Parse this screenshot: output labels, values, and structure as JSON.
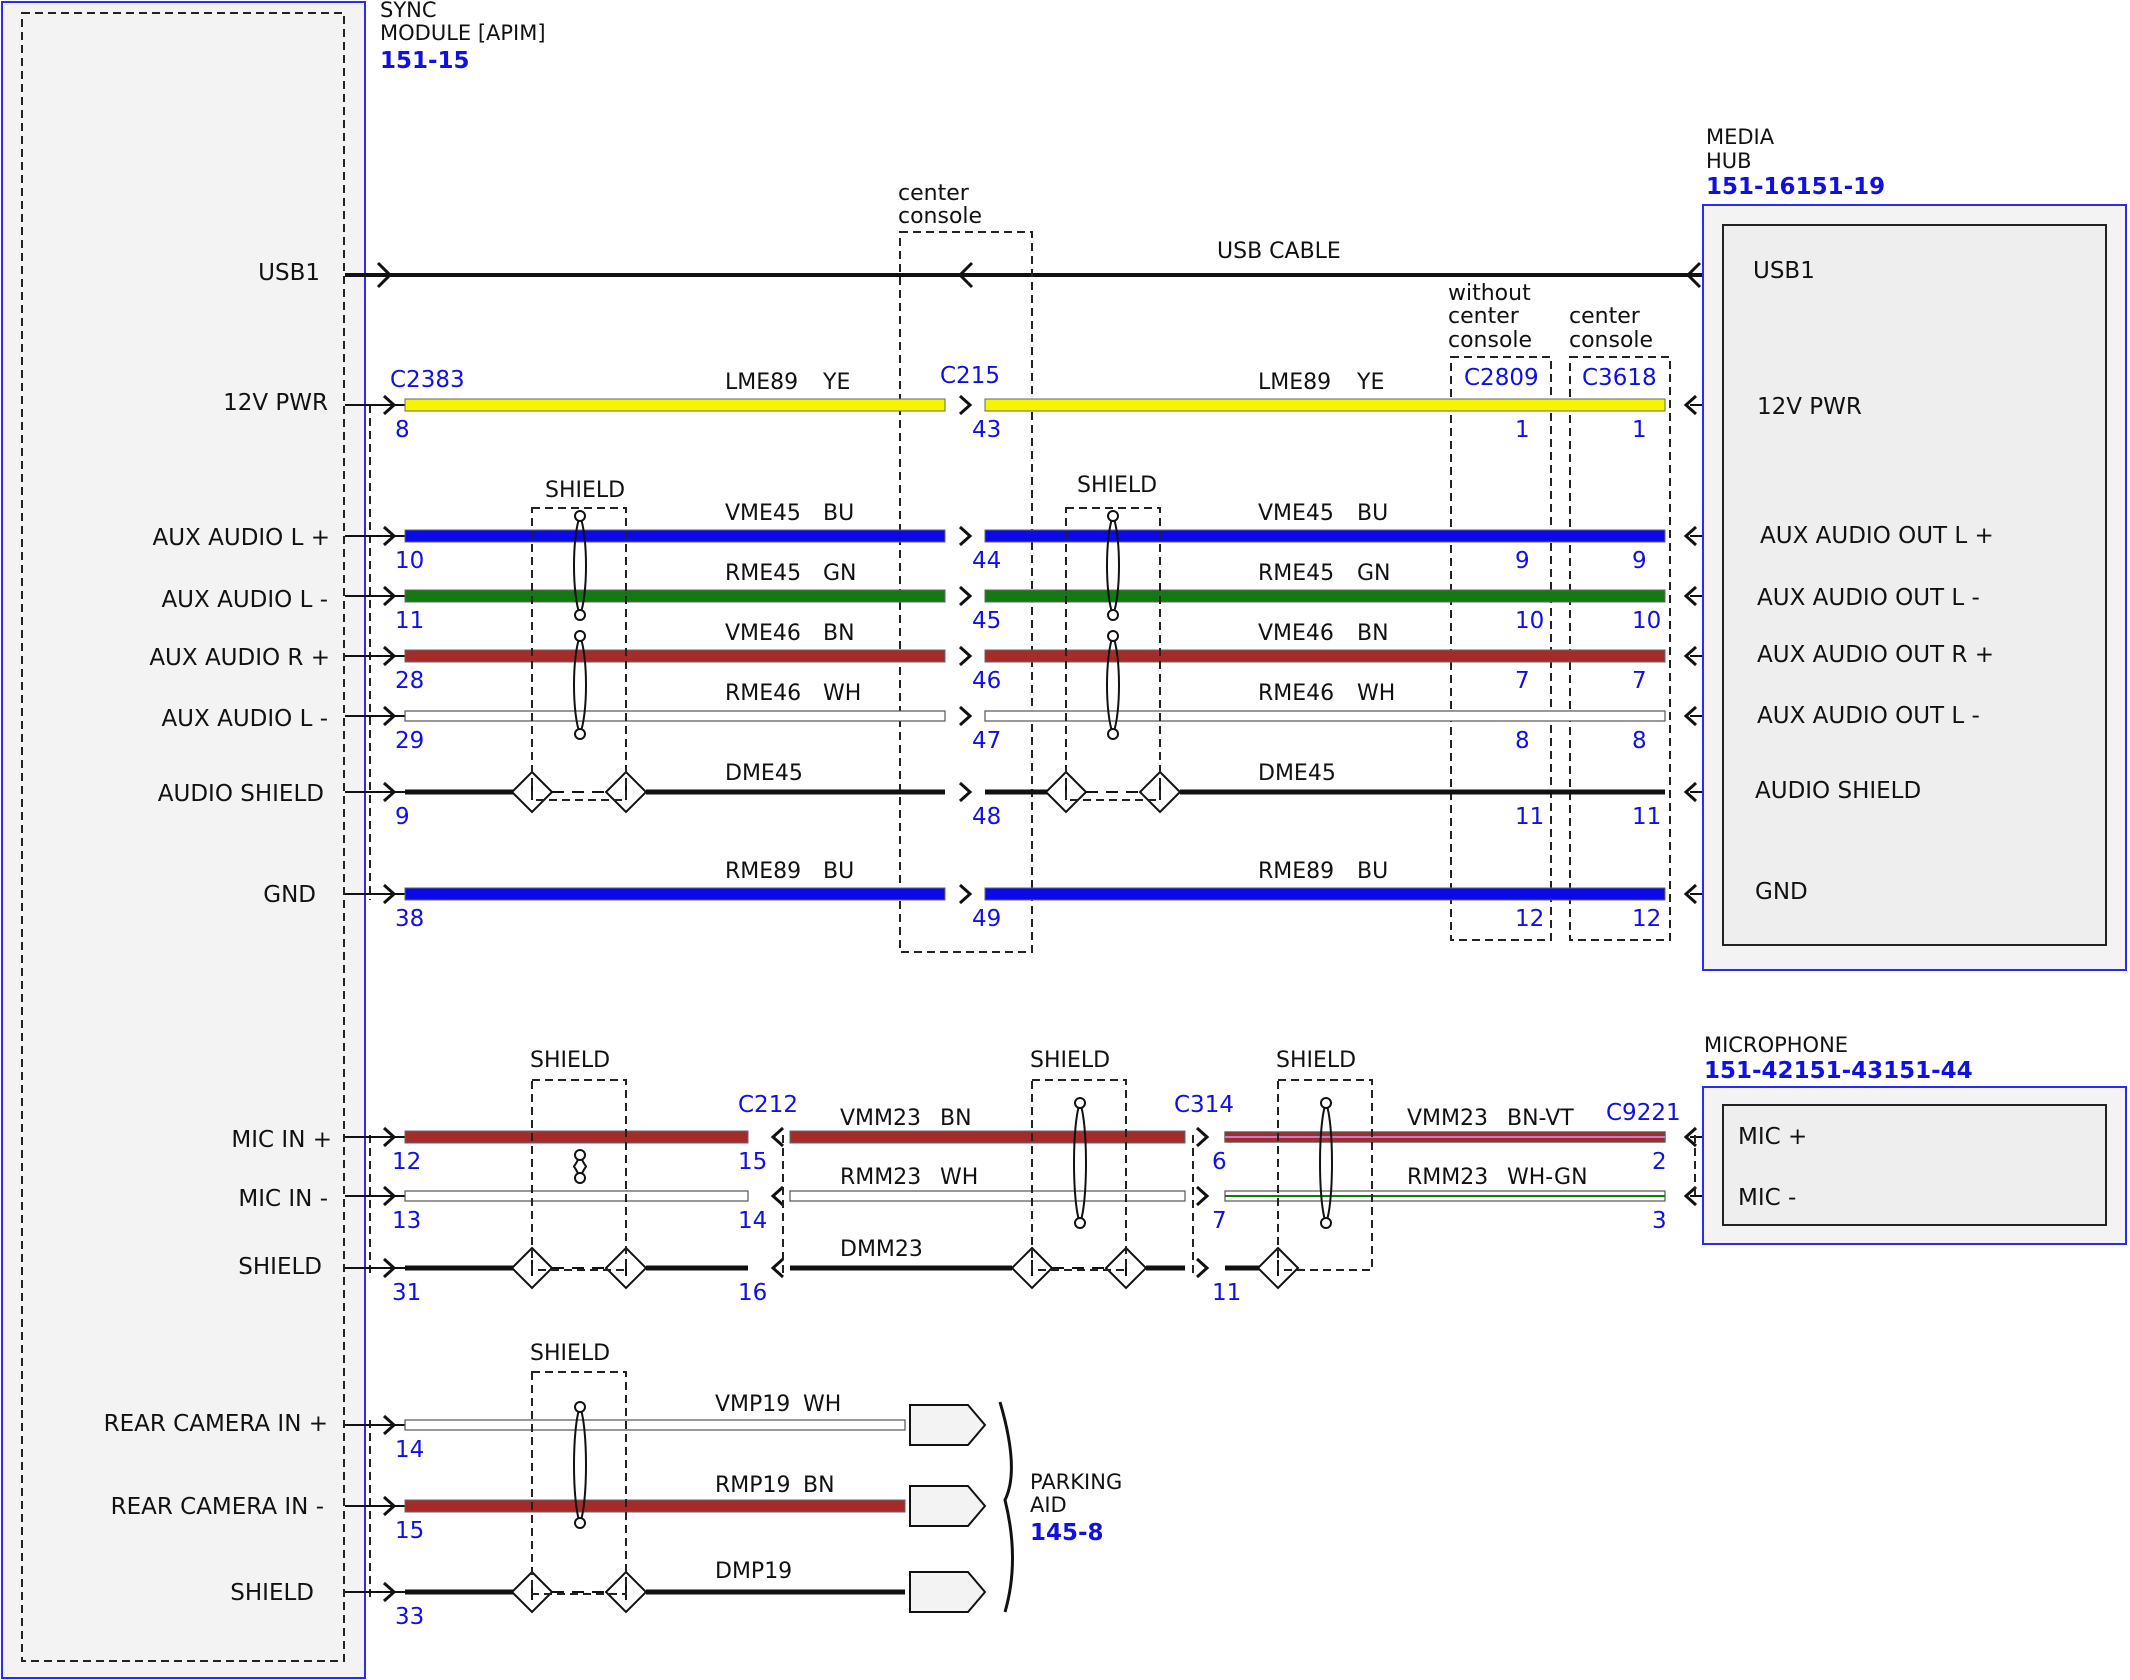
{
  "modules": {
    "sync": {
      "name_line1": "SYNC",
      "name_line2": "MODULE [APIM]",
      "ref": "151-15",
      "pins": [
        "USB1",
        "12V PWR",
        "AUX AUDIO L +",
        "AUX AUDIO L -",
        "AUX AUDIO R +",
        "AUX AUDIO L -",
        "AUDIO SHIELD",
        "GND",
        "MIC IN +",
        "MIC IN -",
        "SHIELD",
        "REAR CAMERA IN +",
        "REAR CAMERA IN -",
        "SHIELD"
      ]
    },
    "media_hub": {
      "name_line1": "MEDIA",
      "name_line2": "HUB",
      "ref": "151-16151-19",
      "pins": [
        "USB1",
        "12V PWR",
        "AUX AUDIO OUT L +",
        "AUX AUDIO OUT L -",
        "AUX AUDIO OUT R +",
        "AUX AUDIO OUT L -",
        "AUDIO SHIELD",
        "GND"
      ]
    },
    "microphone": {
      "name_line1": "MICROPHONE",
      "ref": "151-42151-43151-44",
      "pins": [
        "MIC +",
        "MIC -"
      ]
    },
    "parking_aid": {
      "name_line1": "PARKING",
      "name_line2": "AID",
      "ref": "145-8"
    }
  },
  "usb": {
    "label": "USB CABLE"
  },
  "labels": {
    "shield": "SHIELD",
    "center_console": [
      "center",
      "console"
    ],
    "without_center_console": [
      "without",
      "center",
      "console"
    ]
  },
  "connectors": {
    "c2383": "C2383",
    "c215": "C215",
    "c2809": "C2809",
    "c3618": "C3618",
    "c212": "C212",
    "c314": "C314",
    "c9221": "C9221"
  },
  "colors": {
    "YE": "#f5f500",
    "BU": "#0a0ae6",
    "GN": "#117a11",
    "BN": "#a52a2a",
    "WH": "#ffffff",
    "BLACK": "#111111",
    "BN-VT": "#a04060",
    "WH-GN": "#e8f5e8"
  },
  "top_circuits": [
    {
      "segments": [
        {
          "label": "LME89",
          "color": "YE",
          "pins": [
            "8",
            "43"
          ]
        },
        {
          "label": "LME89",
          "color": "YE",
          "pins": [
            "1",
            "1"
          ]
        }
      ]
    },
    {
      "segments": [
        {
          "label": "VME45",
          "color": "BU",
          "pins": [
            "10",
            "44"
          ]
        },
        {
          "label": "VME45",
          "color": "BU",
          "pins": [
            "9",
            "9"
          ]
        }
      ]
    },
    {
      "segments": [
        {
          "label": "RME45",
          "color": "GN",
          "pins": [
            "11",
            "45"
          ]
        },
        {
          "label": "RME45",
          "color": "GN",
          "pins": [
            "10",
            "10"
          ]
        }
      ]
    },
    {
      "segments": [
        {
          "label": "VME46",
          "color": "BN",
          "pins": [
            "28",
            "46"
          ]
        },
        {
          "label": "VME46",
          "color": "BN",
          "pins": [
            "7",
            "7"
          ]
        }
      ]
    },
    {
      "segments": [
        {
          "label": "RME46",
          "color": "WH",
          "pins": [
            "29",
            "47"
          ]
        },
        {
          "label": "RME46",
          "color": "WH",
          "pins": [
            "8",
            "8"
          ]
        }
      ]
    },
    {
      "segments": [
        {
          "label": "DME45",
          "color": "",
          "pins": [
            "9",
            "48"
          ]
        },
        {
          "label": "DME45",
          "color": "",
          "pins": [
            "11",
            "11"
          ]
        }
      ]
    },
    {
      "segments": [
        {
          "label": "RME89",
          "color": "BU",
          "pins": [
            "38",
            "49"
          ]
        },
        {
          "label": "RME89",
          "color": "BU",
          "pins": [
            "12",
            "12"
          ]
        }
      ]
    }
  ],
  "mic_circuits": [
    {
      "segments": [
        {
          "label": "",
          "color": "BN",
          "pins": [
            "12",
            "15"
          ]
        },
        {
          "label": "VMM23",
          "color": "BN",
          "pins": [
            "6"
          ]
        },
        {
          "label": "VMM23",
          "color": "BN-VT",
          "pins": [
            "2"
          ]
        }
      ]
    },
    {
      "segments": [
        {
          "label": "",
          "color": "WH",
          "pins": [
            "13",
            "14"
          ]
        },
        {
          "label": "RMM23",
          "color": "WH",
          "pins": [
            "7"
          ]
        },
        {
          "label": "RMM23",
          "color": "WH-GN",
          "pins": [
            "3"
          ]
        }
      ]
    },
    {
      "segments": [
        {
          "label": "",
          "color": "",
          "pins": [
            "31",
            "16"
          ]
        },
        {
          "label": "DMM23",
          "color": "",
          "pins": [
            "11"
          ]
        },
        {
          "label": "",
          "color": "",
          "pins": []
        }
      ]
    }
  ],
  "camera_circuits": [
    {
      "label": "VMP19",
      "color": "WH",
      "pin": "14"
    },
    {
      "label": "RMP19",
      "color": "BN",
      "pin": "15"
    },
    {
      "label": "DMP19",
      "color": "",
      "pin": "33"
    }
  ]
}
